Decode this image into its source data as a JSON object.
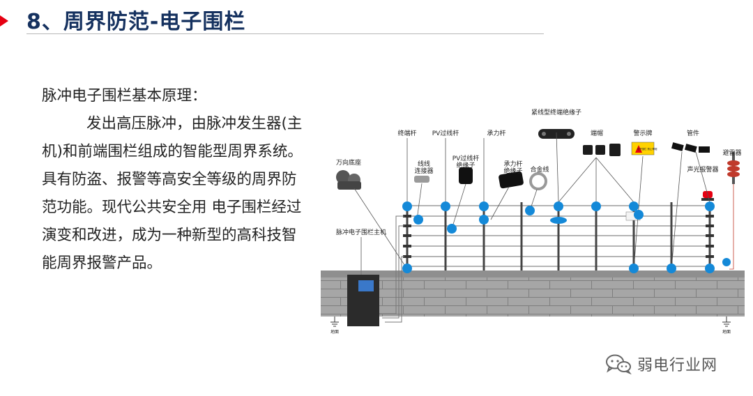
{
  "slide": {
    "title": "8、周界防范-电子围栏"
  },
  "intro": {
    "heading": "脉冲电子围栏基本原理：",
    "body": "发出高压脉冲，由脉冲发生器(主机)和前端围栏组成的智能型周界系统。具有防盗、报警等高安全等级的周界防范功能。现代公共安全用 电子围栏经过演变和改进，成为一种新型的高科技智能周界报警产品。"
  },
  "diagram": {
    "labels": {
      "tight_insulator": "紧线型终端绝缘子",
      "terminal_pole": "终端杆",
      "pv_pole": "PV过线杆",
      "load_pole": "承力杆",
      "end_cap": "端帽",
      "warning_sign": "警示牌",
      "tube": "管件",
      "universal_base": "万向底座",
      "wire_connector_1": "线线",
      "wire_connector_2": "连接器",
      "pv_insulator_1": "PV过线杆",
      "pv_insulator_2": "绝缘子",
      "load_insulator_1": "承力杆",
      "load_insulator_2": "绝缘子",
      "alloy_wire": "合金线",
      "lightning_arrester": "避雷器",
      "alarm": "声光报警器",
      "host": "脉冲电子围栏主机",
      "ground_left": "地面",
      "ground_right": "地面"
    },
    "sign_text": "电子围栏 禁止攀爬"
  },
  "watermark": {
    "text": "弱电行业网",
    "icon": "wechat-icon"
  },
  "colors": {
    "title": "#15315f",
    "accent": "#e60012",
    "node_blue": "#1489d8",
    "wall": "#a6a6a6"
  }
}
